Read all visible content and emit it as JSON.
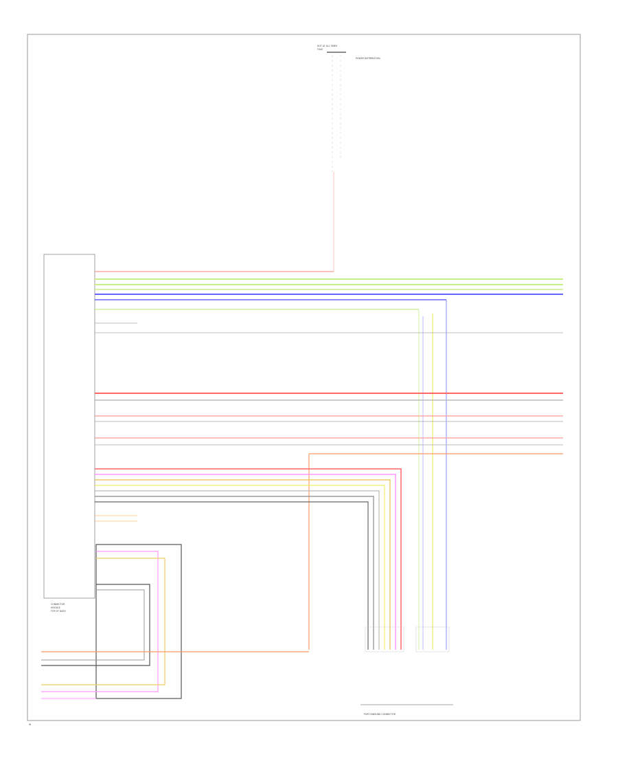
{
  "diagram": {
    "footer_code": "W",
    "bottom_label": "PORT INBOUND CONNECTOR",
    "top_component": {
      "lines": [
        "HOT AT ALL TIMES",
        "FUSE"
      ],
      "note": "POWER DISTRIBUTION"
    },
    "module": {
      "label": [
        "CONNECTOR",
        "MODULE",
        "TOP OF DASH"
      ]
    },
    "wire_colors": {
      "red": "#ff7777",
      "green": "#c8ee88",
      "yellow": "#f2f26a",
      "blue": "#6666ff",
      "gray": "#bbbbbb",
      "orange": "#ff9966",
      "pink": "#ff99ff",
      "black": "#666666"
    }
  }
}
